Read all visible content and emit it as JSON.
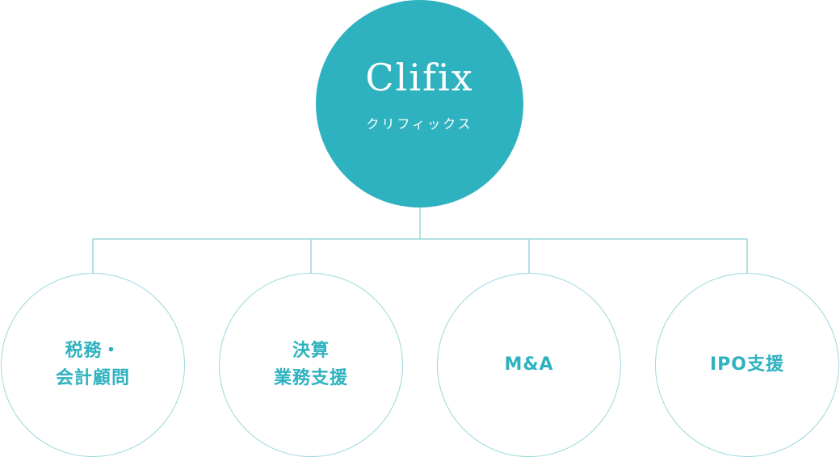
{
  "colors": {
    "accent": "#2eb2bf",
    "line": "#9bd7dc",
    "background": "#ffffff"
  },
  "diagram": {
    "root": {
      "title": "Clifix",
      "subtitle": "クリフィックス"
    },
    "services": [
      {
        "label": "税務・\n会計顧問"
      },
      {
        "label": "決算\n業務支援"
      },
      {
        "label": "M&A"
      },
      {
        "label": "IPO支援"
      }
    ]
  }
}
